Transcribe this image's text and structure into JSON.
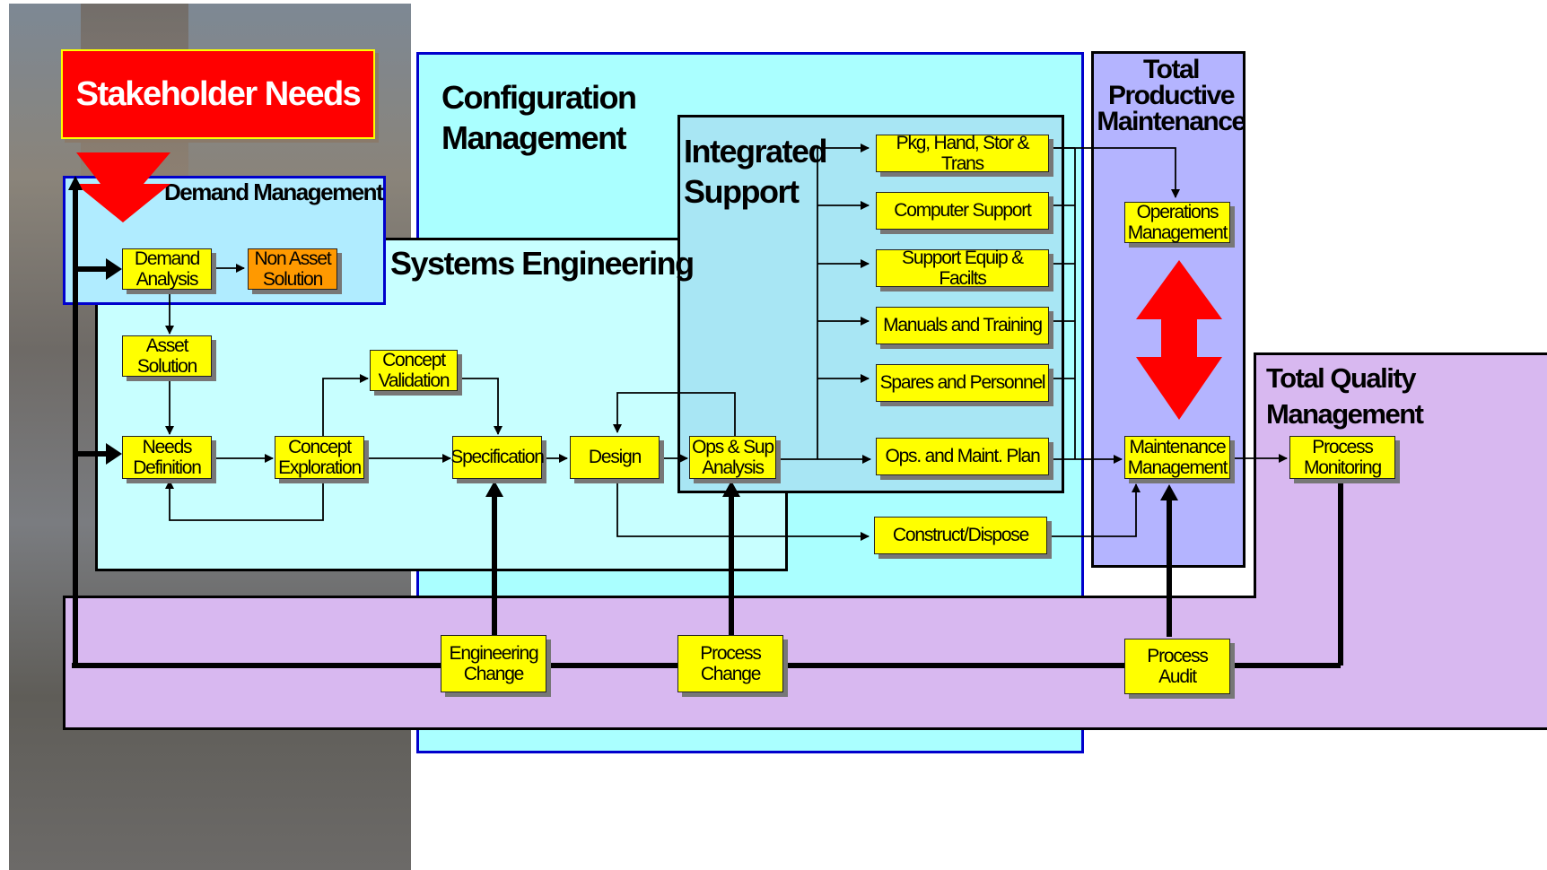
{
  "stakeholder_needs": "Stakeholder Needs",
  "regions": {
    "configuration_management": "Configuration\nManagement",
    "systems_engineering": "Systems Engineering",
    "demand_management": "Demand Management",
    "integrated_support": "Integrated\nSupport",
    "total_productive_maintenance": "Total\nProductive\nMaintenance",
    "total_quality_management": "Total Quality\nManagement"
  },
  "boxes": {
    "demand_analysis": "Demand\nAnalysis",
    "non_asset_solution": "Non Asset\nSolution",
    "asset_solution": "Asset\nSolution",
    "needs_definition": "Needs\nDefinition",
    "concept_exploration": "Concept\nExploration",
    "concept_validation": "Concept\nValidation",
    "specification": "Specification",
    "design": "Design",
    "ops_sup_analysis": "Ops & Sup\nAnalysis",
    "pkg_hand": "Pkg, Hand, Stor & Trans",
    "computer_support": "Computer Support",
    "support_equip": "Support Equip & Facilts",
    "manuals_training": "Manuals and Training",
    "spares_personnel": "Spares and Personnel",
    "ops_maint_plan": "Ops. and Maint. Plan",
    "construct_dispose": "Construct/Dispose",
    "operations_management": "Operations\nManagement",
    "maintenance_management": "Maintenance\nManagement",
    "process_monitoring": "Process\nMonitoring",
    "engineering_change": "Engineering\nChange",
    "process_change": "Process\nChange",
    "process_audit": "Process\nAudit"
  },
  "colors": {
    "config_mgmt_fill": "#aaffff",
    "systems_eng_fill": "#c8ffff",
    "demand_mgmt_fill": "#b0ecff",
    "integrated_support_fill": "#a8e6f4",
    "tpm_fill": "#b4b4ff",
    "tqm_fill": "#d8b8f0",
    "box_fill": "#ffff00",
    "non_asset_fill": "#ff9900",
    "stakeholder_fill": "#ff0000",
    "arrow_red": "#ff0000"
  }
}
